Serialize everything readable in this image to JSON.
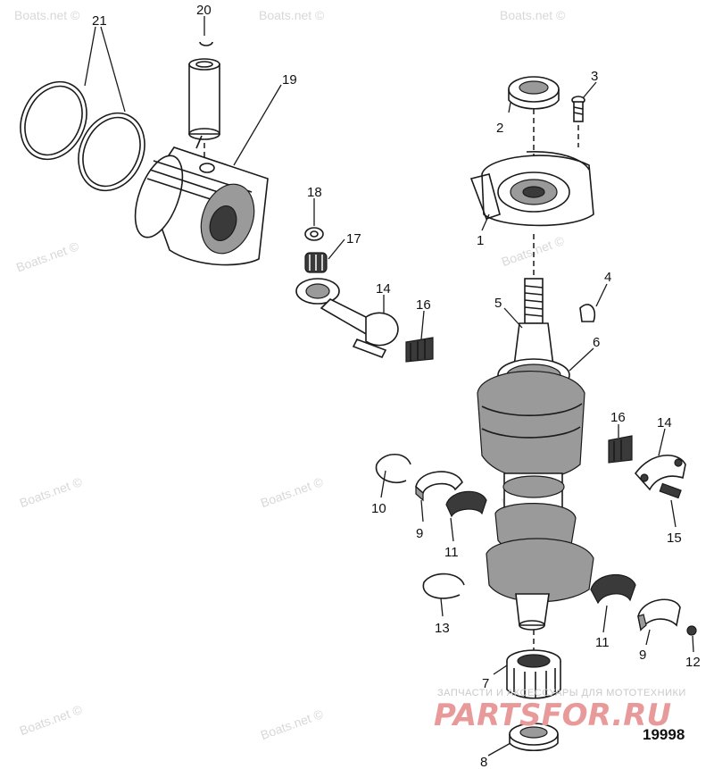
{
  "diagram": {
    "watermark_text": "Boats.net ©",
    "callouts": {
      "c1": "1",
      "c2": "2",
      "c3": "3",
      "c4": "4",
      "c5": "5",
      "c6": "6",
      "c7": "7",
      "c8": "8",
      "c9a": "9",
      "c9b": "9",
      "c10": "10",
      "c11a": "11",
      "c11b": "11",
      "c12": "12",
      "c13": "13",
      "c14a": "14",
      "c14b": "14",
      "c15": "15",
      "c16a": "16",
      "c16b": "16",
      "c17": "17",
      "c18": "18",
      "c19": "19",
      "c20": "20",
      "c21": "21"
    },
    "reference_number": "19998",
    "dealer_caption": "ЗАПЧАСТИ И АКСЕССУАРЫ ДЛЯ МОТОТЕХНИКИ",
    "dealer_logo": "PARTSFOR.RU"
  }
}
